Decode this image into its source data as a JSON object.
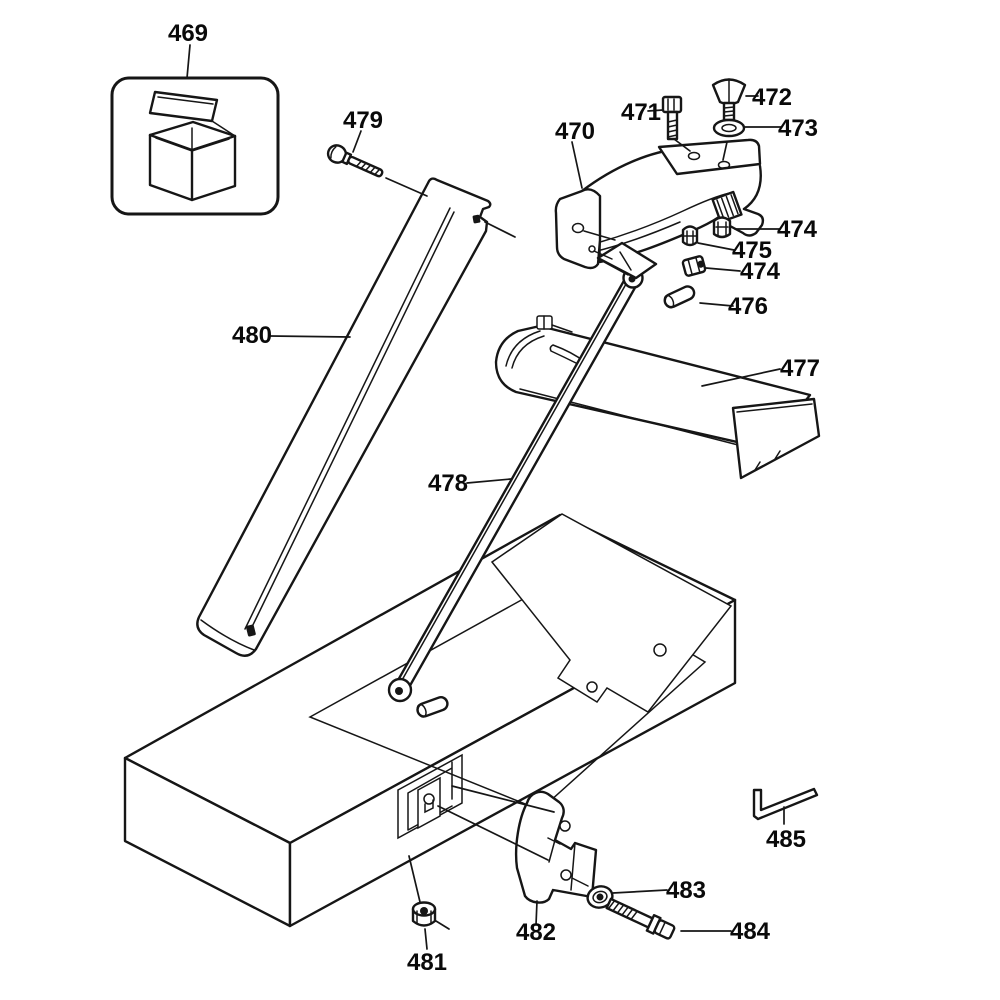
{
  "diagram": {
    "kind": "exploded-parts-diagram",
    "colors": {
      "background": "#ffffff",
      "line": "#161616",
      "label": "#0a0a0a"
    },
    "labels": [
      {
        "text": "469"
      },
      {
        "text": "479"
      },
      {
        "text": "470"
      },
      {
        "text": "471"
      },
      {
        "text": "472"
      },
      {
        "text": "473"
      },
      {
        "text": "474"
      },
      {
        "text": "475"
      },
      {
        "text": "474"
      },
      {
        "text": "476"
      },
      {
        "text": "477"
      },
      {
        "text": "480"
      },
      {
        "text": "478"
      },
      {
        "text": "485"
      },
      {
        "text": "483"
      },
      {
        "text": "484"
      },
      {
        "text": "482"
      },
      {
        "text": "481"
      }
    ]
  }
}
